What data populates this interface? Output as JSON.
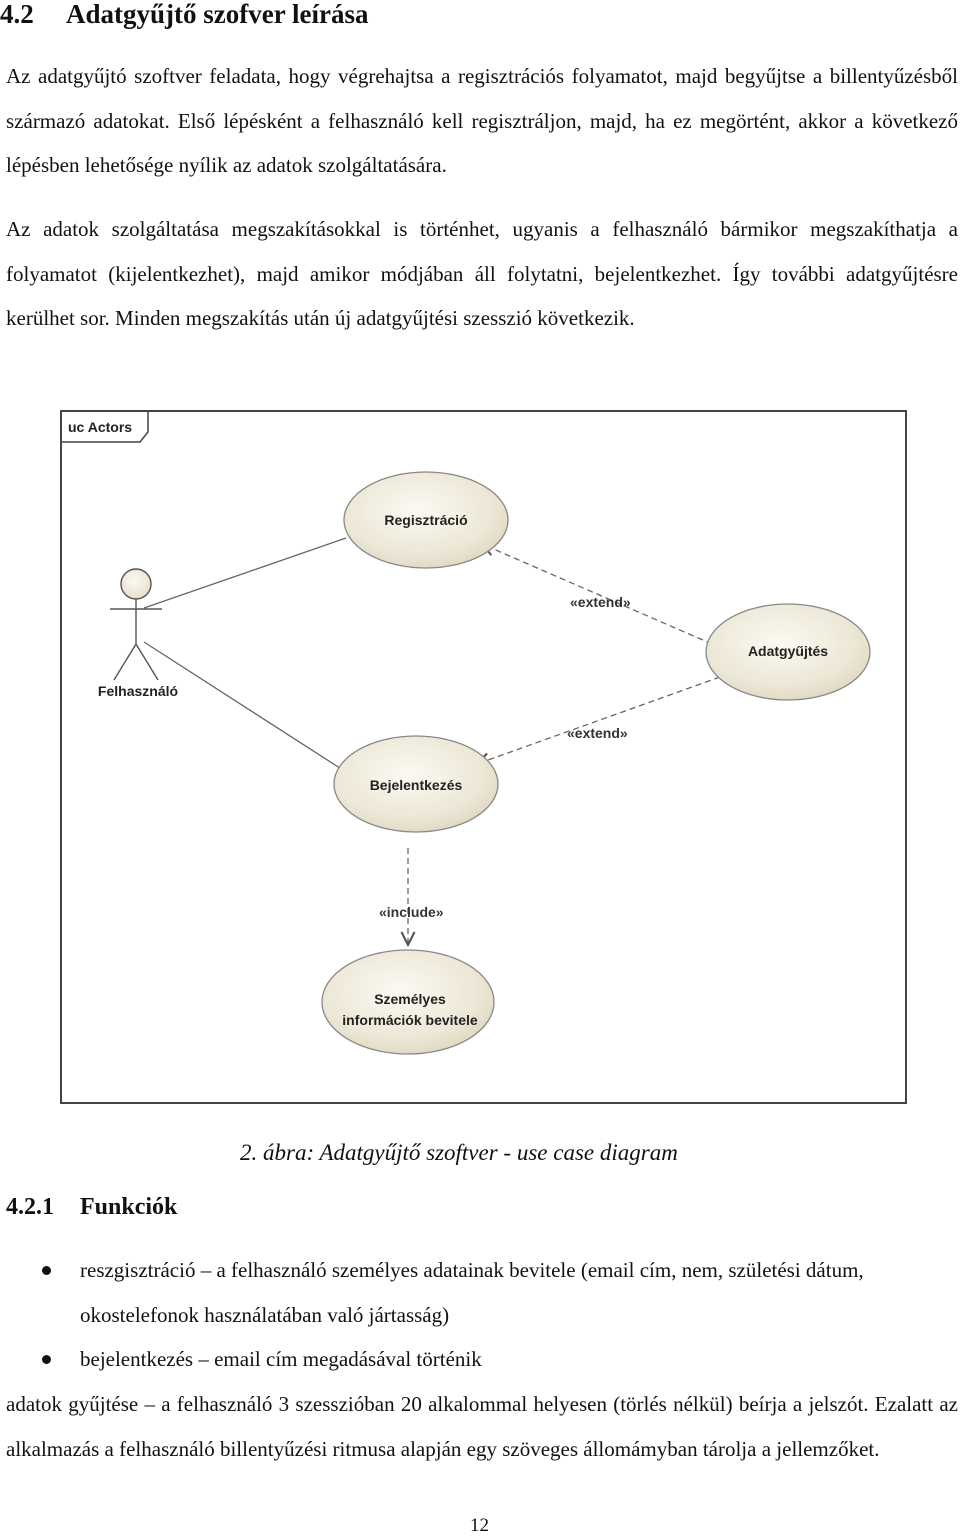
{
  "section": {
    "number": "4.2",
    "title": "Adatgyűjtő szofver leírása"
  },
  "paragraphs": [
    "Az adatgyűjtó szoftver feladata, hogy végrehajtsa a regisztrációs folyamatot, majd begyűjtse a billentyűzésből származó adatokat. Első lépésként a felhasználó kell regisztráljon, majd, ha ez megörtént, akkor a következő lépésben lehetősége nyílik az adatok szolgáltatására.",
    "Az adatok szolgáltatása megszakításokkal is történhet, ugyanis a felhasználó bármikor megszakíthatja a folyamatot (kijelentkezhet), majd amikor módjában áll folytatni, bejelentkezhet. Így további adatgyűjtésre kerülhet sor. Minden megszakítás után új adatgyűjtési szesszió következik."
  ],
  "diagram": {
    "frame_label": "uc Actors",
    "actor": "Felhasználó",
    "use_cases": {
      "registration": "Regisztráció",
      "data_collection": "Adatgyűjtés",
      "login": "Bejelentkezés",
      "personal_info_line1": "Személyes",
      "personal_info_line2": "információk bevitele"
    },
    "relations": {
      "extend_1": "«extend»",
      "extend_2": "«extend»",
      "include": "«include»"
    },
    "colors": {
      "use_case_fill": "#eae5d4",
      "stroke": "#666666"
    }
  },
  "caption": "2. ábra: Adatgyűjtő szoftver - use case diagram",
  "subsection": {
    "number": "4.2.1",
    "title": "Funkciók"
  },
  "bullets": [
    "reszgisztráció – a felhasználó személyes adatainak bevitele (email cím, nem, születési dátum, okostelefonok használatában való jártasság)",
    "bejelentkezés – email cím megadásával történik"
  ],
  "tail_paragraph": "adatok gyűjtése – a felhasználó 3 szesszióban 20 alkalommal helyesen (törlés nélkül) beírja a jelszót. Ezalatt az alkalmazás a felhasználó billentyűzési ritmusa alapján egy szöveges állomámyban tárolja a jellemzőket.",
  "page_number": "12"
}
